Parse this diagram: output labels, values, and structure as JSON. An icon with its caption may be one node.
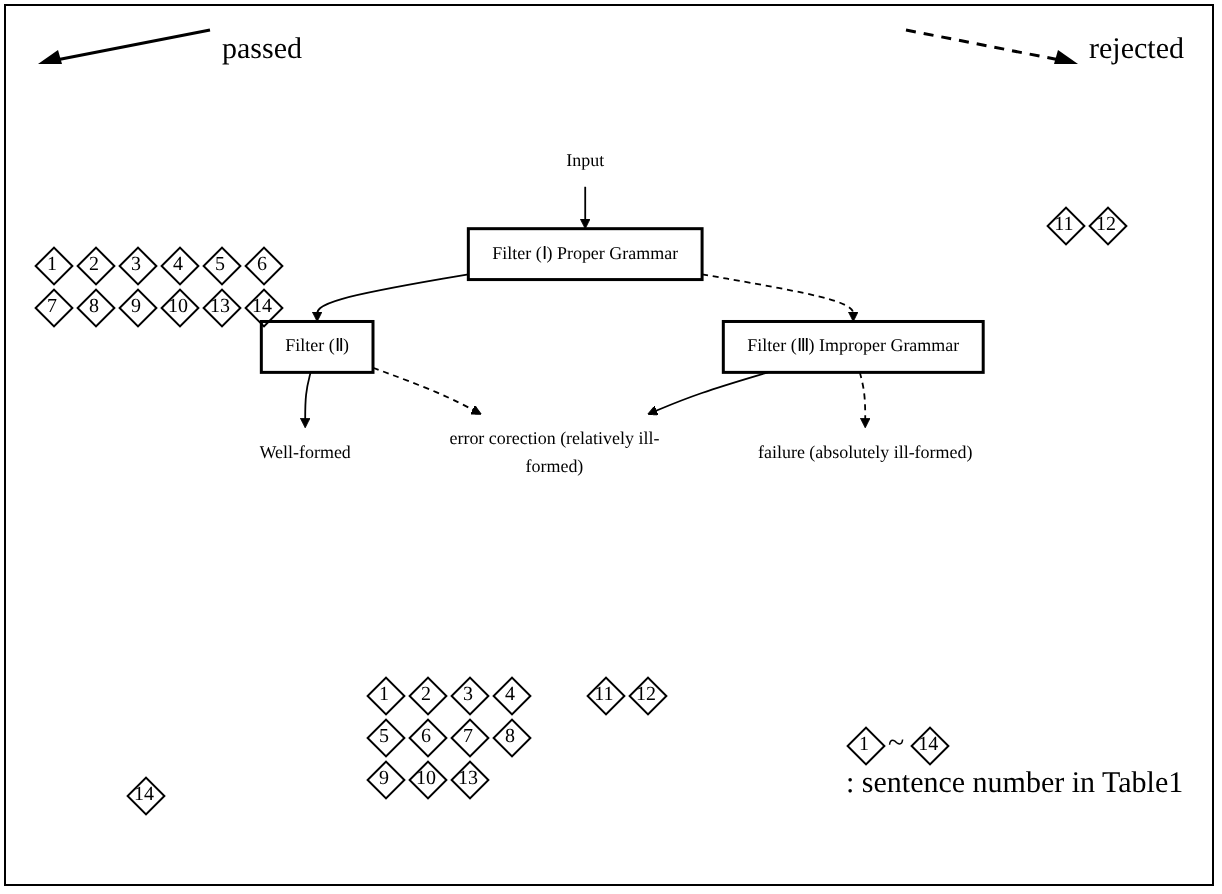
{
  "diagram": {
    "nodes": [
      {
        "text": [
          "Input"
        ]
      },
      {
        "text": [
          "Filter (Ⅰ) Proper Grammar"
        ]
      },
      {
        "text": [
          "Filter (Ⅱ)"
        ]
      },
      {
        "text": [
          "Filter (Ⅲ) Improper Grammar"
        ]
      },
      {
        "text": [
          "Well-formed"
        ]
      },
      {
        "text": [
          "error corection (relatively ill-formed)"
        ]
      },
      {
        "text": [
          "failure (absolutely ill-formed)"
        ]
      }
    ],
    "edges": [
      {
        "from": 0,
        "to": 1,
        "arrow": "to"
      },
      {
        "from": 1,
        "to": 2,
        "arrow": "to"
      },
      {
        "from": 1,
        "to": 3,
        "arrow": "to",
        "style": "dashed"
      },
      {
        "from": 2,
        "to": 4,
        "arrow": "to"
      },
      {
        "from": 2,
        "to": 5,
        "arrow": "to",
        "style": "dashed"
      },
      {
        "from": 3,
        "to": 5,
        "arrow": "to"
      },
      {
        "from": 3,
        "to": 6,
        "arrow": "to",
        "style": "dashed"
      }
    ],
    "labels": [
      "1",
      "2",
      "3",
      "4",
      "5",
      "6",
      "7",
      "8",
      "9",
      "10",
      "13",
      "14",
      "11",
      "12",
      "14",
      "1",
      "2",
      "3",
      "4",
      "5",
      "6",
      "7",
      "8",
      "9",
      "10",
      "13",
      "11",
      "12",
      "1",
      "~",
      "14",
      ": sentence number in Table1"
    ],
    "legend": [
      {
        "text": "passed"
      },
      {
        "text": "rejected"
      }
    ]
  }
}
